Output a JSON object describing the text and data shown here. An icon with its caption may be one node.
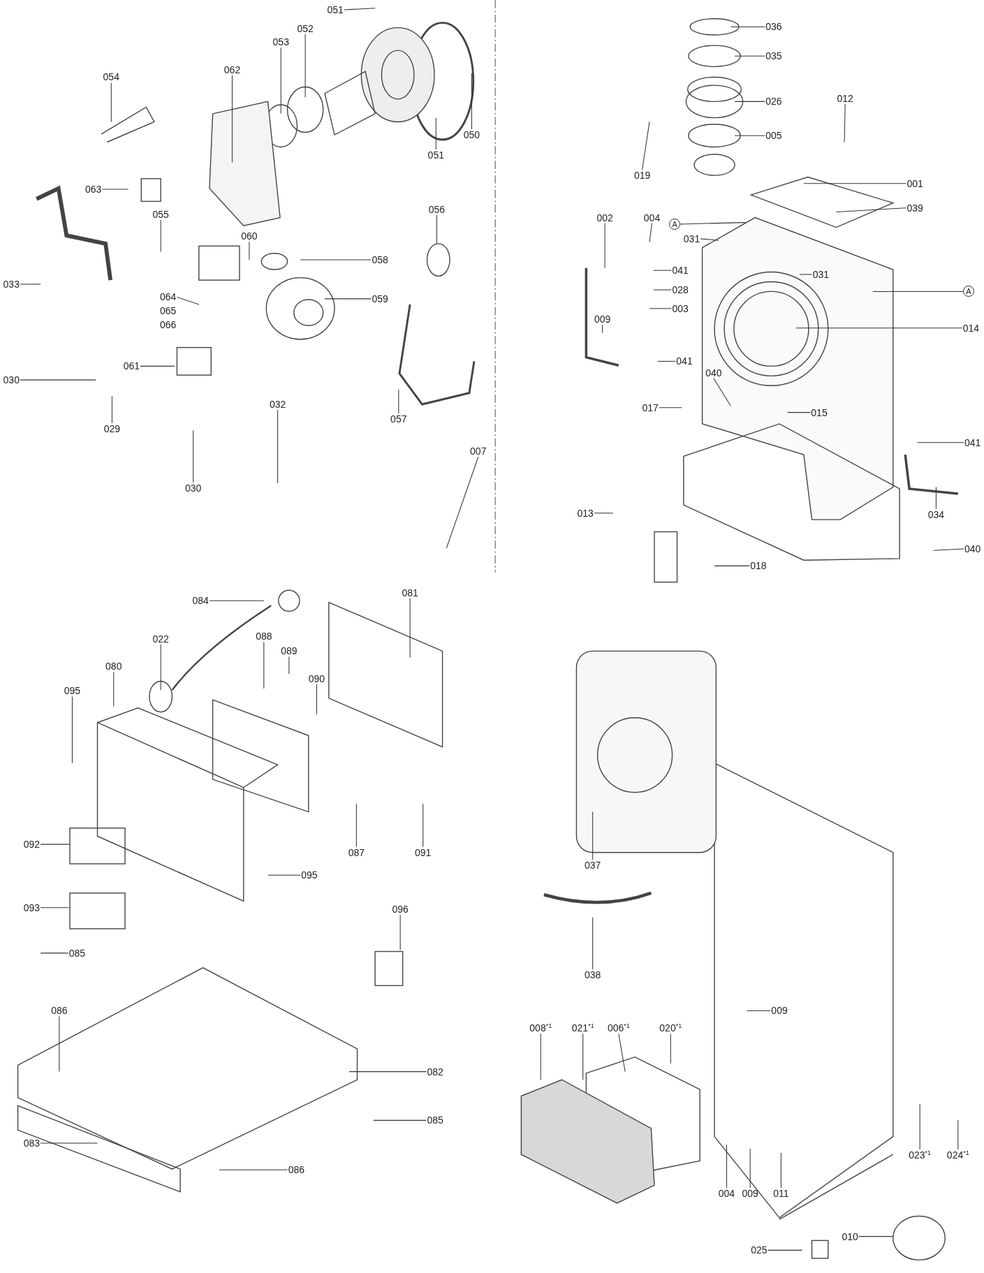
{
  "diagram": {
    "nodes": [
      {
        "text": [
          "051"
        ]
      },
      {
        "text": [
          "053"
        ]
      },
      {
        "text": [
          "052"
        ]
      },
      {
        "text": [
          "054"
        ]
      },
      {
        "text": [
          "062"
        ]
      },
      {
        "text": [
          "050"
        ]
      },
      {
        "text": [
          "051"
        ]
      },
      {
        "text": [
          "063"
        ]
      },
      {
        "text": [
          "055"
        ]
      },
      {
        "text": [
          "060"
        ]
      },
      {
        "text": [
          "056"
        ]
      },
      {
        "text": [
          "058"
        ]
      },
      {
        "text": [
          "033"
        ]
      },
      {
        "text": [
          "064"
        ]
      },
      {
        "text": [
          "065"
        ]
      },
      {
        "text": [
          "066"
        ]
      },
      {
        "text": [
          "059"
        ]
      },
      {
        "text": [
          "061"
        ]
      },
      {
        "text": [
          "030"
        ]
      },
      {
        "text": [
          "029"
        ]
      },
      {
        "text": [
          "032"
        ]
      },
      {
        "text": [
          "030"
        ]
      },
      {
        "text": [
          "057"
        ]
      },
      {
        "text": [
          "007"
        ]
      },
      {
        "text": [
          "036"
        ]
      },
      {
        "text": [
          "035"
        ]
      },
      {
        "text": [
          "026"
        ]
      },
      {
        "text": [
          "012"
        ]
      },
      {
        "text": [
          "005"
        ]
      },
      {
        "text": [
          "019"
        ]
      },
      {
        "text": [
          "001"
        ]
      },
      {
        "text": [
          "039"
        ]
      },
      {
        "text": [
          "002"
        ]
      },
      {
        "text": [
          "004"
        ]
      },
      {
        "text": [
          "A"
        ]
      },
      {
        "text": [
          "031"
        ]
      },
      {
        "text": [
          "041"
        ]
      },
      {
        "text": [
          "028"
        ]
      },
      {
        "text": [
          "031"
        ]
      },
      {
        "text": [
          "A"
        ]
      },
      {
        "text": [
          "003"
        ]
      },
      {
        "text": [
          "009"
        ]
      },
      {
        "text": [
          "014"
        ]
      },
      {
        "text": [
          "041"
        ]
      },
      {
        "text": [
          "040"
        ]
      },
      {
        "text": [
          "017"
        ]
      },
      {
        "text": [
          "015"
        ]
      },
      {
        "text": [
          "041"
        ]
      },
      {
        "text": [
          "013"
        ]
      },
      {
        "text": [
          "034"
        ]
      },
      {
        "text": [
          "040"
        ]
      },
      {
        "text": [
          "018"
        ]
      },
      {
        "text": [
          "084"
        ]
      },
      {
        "text": [
          "081"
        ]
      },
      {
        "text": [
          "022"
        ]
      },
      {
        "text": [
          "080"
        ]
      },
      {
        "text": [
          "088"
        ]
      },
      {
        "text": [
          "089"
        ]
      },
      {
        "text": [
          "090"
        ]
      },
      {
        "text": [
          "095"
        ]
      },
      {
        "text": [
          "092"
        ]
      },
      {
        "text": [
          "087"
        ]
      },
      {
        "text": [
          "091"
        ]
      },
      {
        "text": [
          "095"
        ]
      },
      {
        "text": [
          "093"
        ]
      },
      {
        "text": [
          "096"
        ]
      },
      {
        "text": [
          "085"
        ]
      },
      {
        "text": [
          "086"
        ]
      },
      {
        "text": [
          "082"
        ]
      },
      {
        "text": [
          "085"
        ]
      },
      {
        "text": [
          "083"
        ]
      },
      {
        "text": [
          "086"
        ]
      },
      {
        "text": [
          "037"
        ]
      },
      {
        "text": [
          "038"
        ]
      },
      {
        "text": [
          "009"
        ]
      },
      {
        "text": [
          "008$^{*1}$"
        ]
      },
      {
        "text": [
          "021$^{*1}$"
        ]
      },
      {
        "text": [
          "006$^{*1}$"
        ]
      },
      {
        "text": [
          "020$^{*1}$"
        ]
      },
      {
        "text": [
          "023$^{*1}$"
        ]
      },
      {
        "text": [
          "024$^{*1}$"
        ]
      },
      {
        "text": [
          "004"
        ]
      },
      {
        "text": [
          "009"
        ]
      },
      {
        "text": [
          "011"
        ]
      },
      {
        "text": [
          "010"
        ]
      },
      {
        "text": [
          "025"
        ]
      }
    ],
    "edges": [
      {
        "from": 0,
        "to": null,
        "arrow": "none"
      },
      {
        "from": 1,
        "to": null,
        "arrow": "none"
      },
      {
        "from": 2,
        "to": null,
        "arrow": "none"
      },
      {
        "from": 3,
        "to": null,
        "arrow": "none"
      },
      {
        "from": 4,
        "to": null,
        "arrow": "none"
      },
      {
        "from": 5,
        "to": null,
        "arrow": "none"
      },
      {
        "from": 6,
        "to": null,
        "arrow": "none"
      },
      {
        "from": 7,
        "to": null,
        "arrow": "none"
      },
      {
        "from": 8,
        "to": null,
        "arrow": "none"
      },
      {
        "from": 9,
        "to": null,
        "arrow": "none"
      },
      {
        "from": 10,
        "to": null,
        "arrow": "none"
      },
      {
        "from": 11,
        "to": null,
        "arrow": "none"
      },
      {
        "from": 12,
        "to": null,
        "arrow": "none"
      },
      {
        "from": 13,
        "to": null,
        "arrow": "none"
      },
      {
        "from": 16,
        "to": null,
        "arrow": "none"
      },
      {
        "from": 17,
        "to": null,
        "arrow": "none"
      },
      {
        "from": 18,
        "to": null,
        "arrow": "none"
      },
      {
        "from": 19,
        "to": null,
        "arrow": "none"
      },
      {
        "from": 20,
        "to": null,
        "arrow": "none"
      },
      {
        "from": 21,
        "to": null,
        "arrow": "none"
      },
      {
        "from": 22,
        "to": null,
        "arrow": "none"
      },
      {
        "from": 23,
        "to": null,
        "arrow": "none"
      },
      {
        "from": 24,
        "to": null,
        "arrow": "none"
      },
      {
        "from": 25,
        "to": null,
        "arrow": "none"
      },
      {
        "from": 26,
        "to": null,
        "arrow": "none"
      },
      {
        "from": 27,
        "to": null,
        "arrow": "none"
      },
      {
        "from": 28,
        "to": null,
        "arrow": "none"
      },
      {
        "from": 29,
        "to": null,
        "arrow": "none"
      },
      {
        "from": 30,
        "to": null,
        "arrow": "none"
      },
      {
        "from": 31,
        "to": null,
        "arrow": "none"
      },
      {
        "from": 32,
        "to": null,
        "arrow": "none"
      },
      {
        "from": 33,
        "to": null,
        "arrow": "none"
      },
      {
        "from": 34,
        "to": null,
        "arrow": "none"
      },
      {
        "from": 35,
        "to": null,
        "arrow": "none"
      },
      {
        "from": 36,
        "to": null,
        "arrow": "none"
      },
      {
        "from": 37,
        "to": null,
        "arrow": "none"
      },
      {
        "from": 38,
        "to": null,
        "arrow": "none"
      },
      {
        "from": 39,
        "to": null,
        "arrow": "none"
      },
      {
        "from": 40,
        "to": null,
        "arrow": "none"
      },
      {
        "from": 41,
        "to": null,
        "arrow": "none"
      },
      {
        "from": 42,
        "to": null,
        "arrow": "none"
      },
      {
        "from": 43,
        "to": null,
        "arrow": "none"
      },
      {
        "from": 44,
        "to": null,
        "arrow": "none"
      },
      {
        "from": 45,
        "to": null,
        "arrow": "none"
      },
      {
        "from": 46,
        "to": null,
        "arrow": "none"
      },
      {
        "from": 47,
        "to": null,
        "arrow": "none"
      },
      {
        "from": 48,
        "to": null,
        "arrow": "none"
      },
      {
        "from": 49,
        "to": null,
        "arrow": "none"
      },
      {
        "from": 50,
        "to": null,
        "arrow": "none"
      },
      {
        "from": 51,
        "to": null,
        "arrow": "none"
      },
      {
        "from": 52,
        "to": null,
        "arrow": "none"
      },
      {
        "from": 53,
        "to": null,
        "arrow": "none"
      },
      {
        "from": 54,
        "to": null,
        "arrow": "none"
      },
      {
        "from": 55,
        "to": null,
        "arrow": "none"
      },
      {
        "from": 56,
        "to": null,
        "arrow": "none"
      },
      {
        "from": 57,
        "to": null,
        "arrow": "none"
      },
      {
        "from": 58,
        "to": null,
        "arrow": "none"
      },
      {
        "from": 59,
        "to": null,
        "arrow": "none"
      },
      {
        "from": 60,
        "to": null,
        "arrow": "none"
      },
      {
        "from": 61,
        "to": null,
        "arrow": "none"
      },
      {
        "from": 62,
        "to": null,
        "arrow": "none"
      },
      {
        "from": 63,
        "to": null,
        "arrow": "none"
      },
      {
        "from": 64,
        "to": null,
        "arrow": "none"
      },
      {
        "from": 65,
        "to": null,
        "arrow": "none"
      },
      {
        "from": 66,
        "to": null,
        "arrow": "none"
      },
      {
        "from": 67,
        "to": null,
        "arrow": "none"
      },
      {
        "from": 68,
        "to": null,
        "arrow": "none"
      },
      {
        "from": 69,
        "to": null,
        "arrow": "none"
      },
      {
        "from": 70,
        "to": null,
        "arrow": "none"
      },
      {
        "from": 71,
        "to": null,
        "arrow": "none"
      },
      {
        "from": 72,
        "to": null,
        "arrow": "none"
      },
      {
        "from": 73,
        "to": null,
        "arrow": "none"
      },
      {
        "from": 74,
        "to": null,
        "arrow": "none"
      },
      {
        "from": 75,
        "to": null,
        "arrow": "none"
      },
      {
        "from": 76,
        "to": null,
        "arrow": "none"
      },
      {
        "from": 77,
        "to": null,
        "arrow": "none"
      },
      {
        "from": 78,
        "to": null,
        "arrow": "none"
      },
      {
        "from": 79,
        "to": null,
        "arrow": "none"
      },
      {
        "from": 80,
        "to": null,
        "arrow": "none"
      },
      {
        "from": 81,
        "to": null,
        "arrow": "none"
      },
      {
        "from": 82,
        "to": null,
        "arrow": "none"
      },
      {
        "from": 83,
        "to": null,
        "arrow": "none"
      },
      {
        "from": 84,
        "to": null,
        "arrow": "none"
      },
      {
        "from": 85,
        "to": null,
        "arrow": "none"
      }
    ]
  }
}
